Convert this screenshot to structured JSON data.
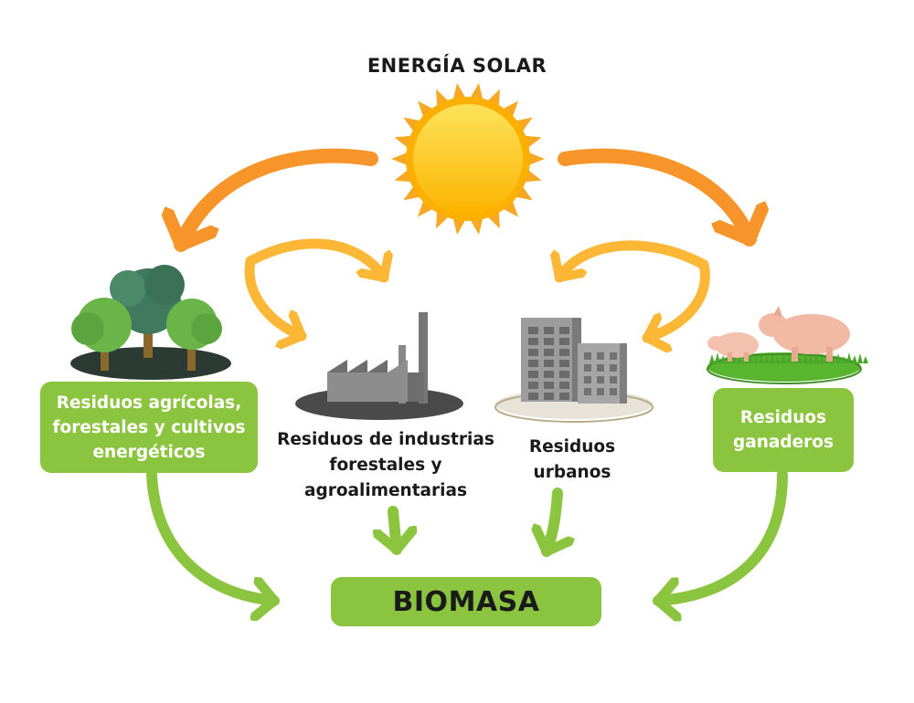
{
  "title": "ENERGÍA SOLAR",
  "sources": {
    "agricola": "Residuos agrícolas,\nforestales y cultivos\nenergéticos",
    "industrias": "Residuos de industrias\nforestales y\nagroalimentarias",
    "urbanos": "Residuos\nurbanos",
    "ganaderos": "Residuos\nganaderos"
  },
  "result": "BIOMASA",
  "colors": {
    "green": "#8bc53f",
    "orange_arrow": "#f7942a",
    "yellow_arrow": "#fbb735",
    "sun": "#fdc300",
    "ground": "#2b3a32"
  }
}
